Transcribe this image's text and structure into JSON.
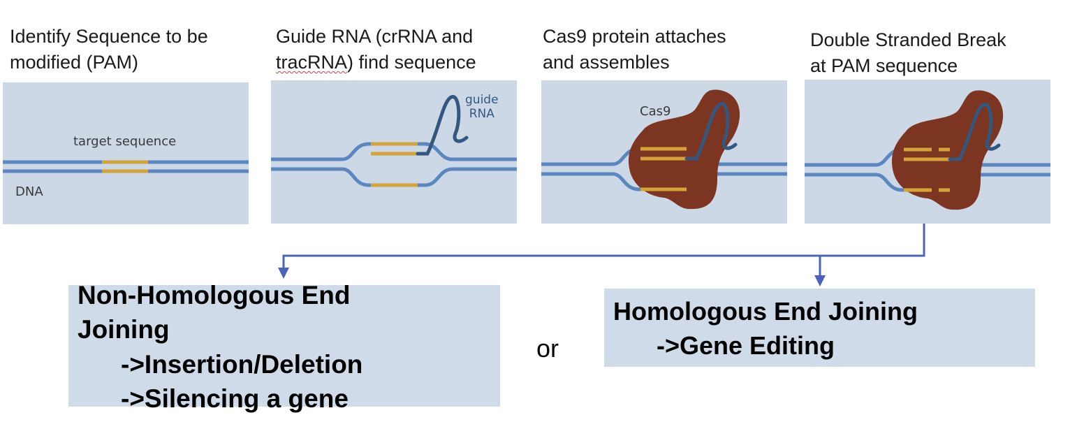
{
  "steps": [
    {
      "caption_line1": "Identify Sequence to be",
      "caption_line2": "modified (PAM)",
      "labels": {
        "target": "target sequence",
        "dna": "DNA"
      }
    },
    {
      "caption_line1": "Guide RNA (crRNA and",
      "caption_line2_word": "tracRNA",
      "caption_line2_rest": ") find sequence",
      "labels": {
        "guide1": "guide",
        "guide2": "RNA"
      }
    },
    {
      "caption_line1": "Cas9 protein attaches",
      "caption_line2": "and assembles",
      "labels": {
        "cas9": "Cas9"
      }
    },
    {
      "caption_line1": "Double Stranded Break",
      "caption_line2": "at PAM sequence"
    }
  ],
  "outcomes": {
    "nhej": {
      "line1": "Non-Homologous End",
      "line2": "Joining",
      "line3": "->Insertion/Deletion",
      "line4": "->Silencing a gene"
    },
    "or": "or",
    "hdr": {
      "line1": "Homologous End Joining",
      "line2": "->Gene Editing"
    }
  },
  "colors": {
    "panel_bg": "#cdd8e6",
    "dna_strand": "#5b86c0",
    "target": "#d4a33a",
    "guide_rna": "#33577f",
    "cas9": "#7b3520",
    "arrow": "#4a64b9"
  }
}
